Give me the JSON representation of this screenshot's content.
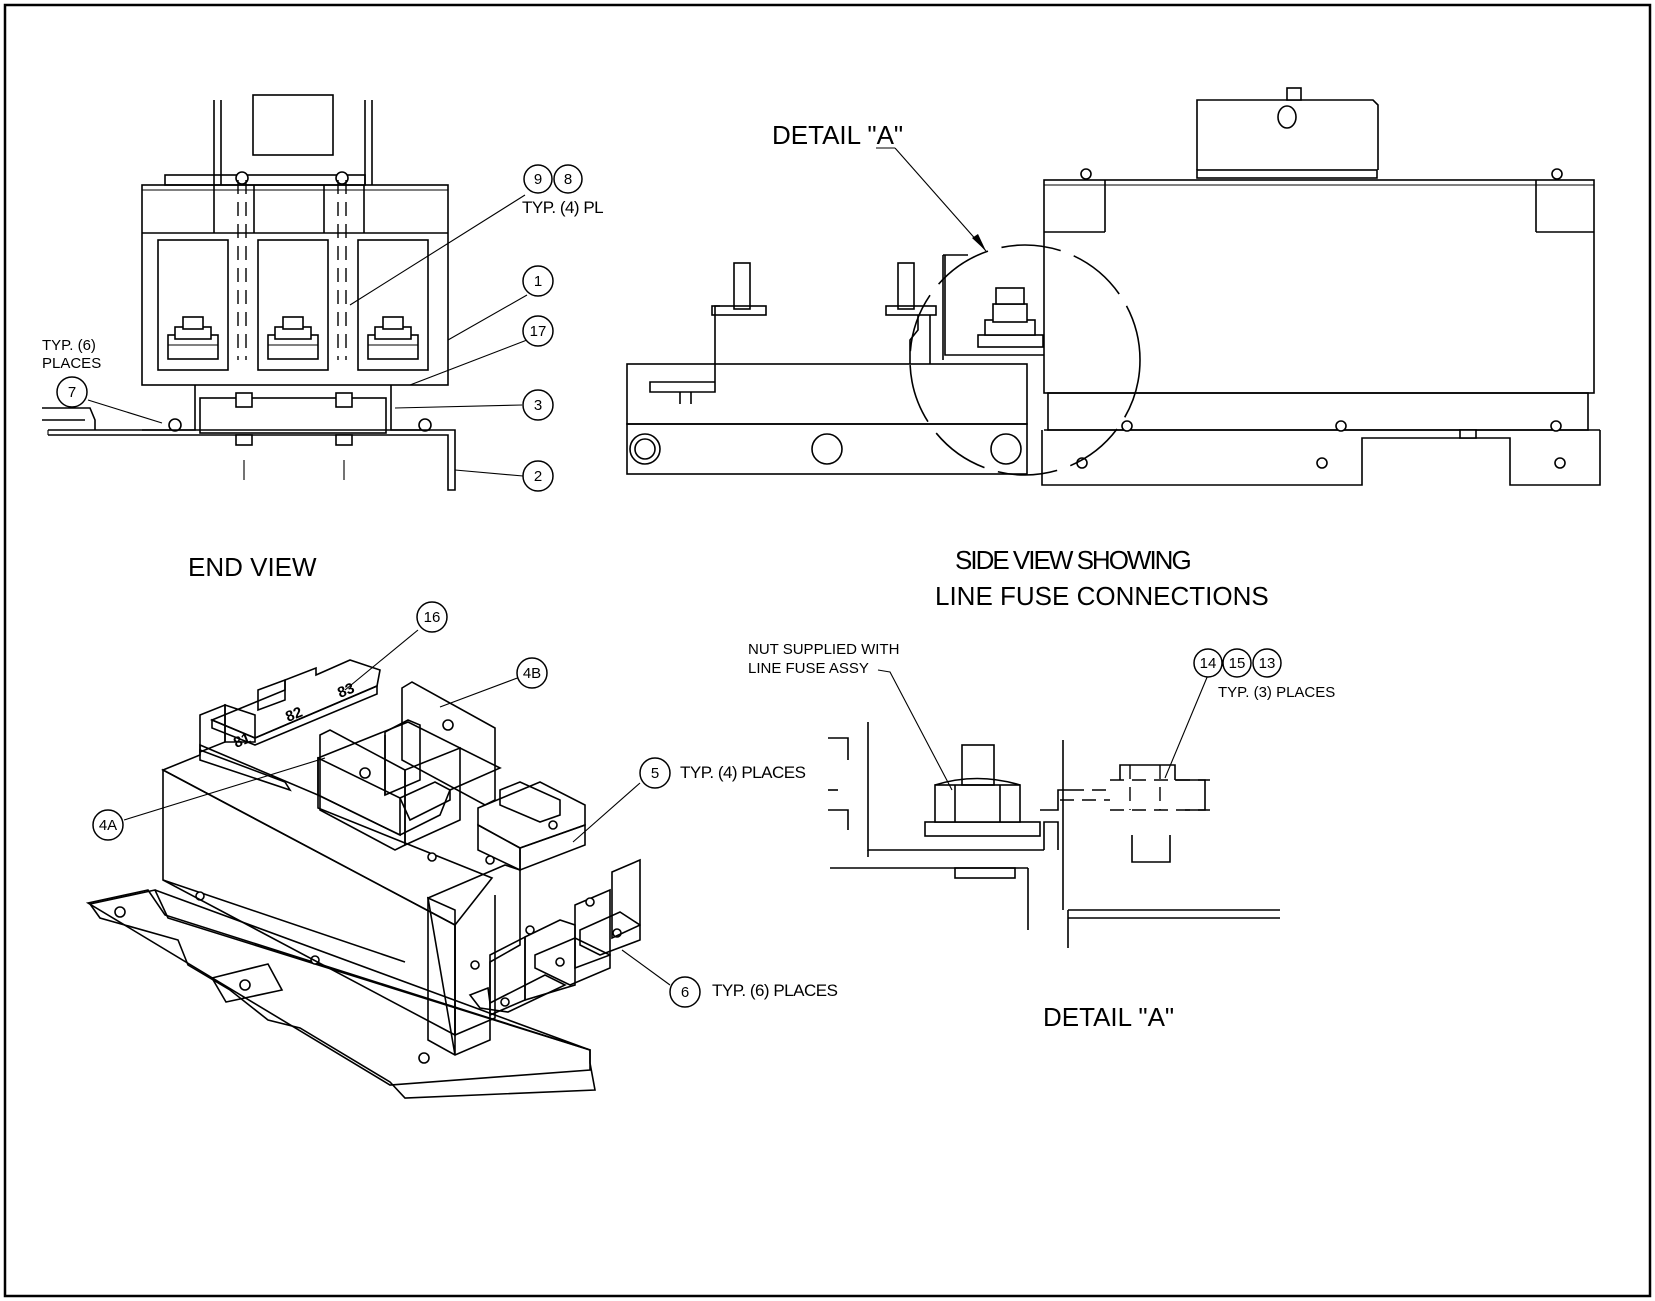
{
  "views": {
    "end_view": "END VIEW",
    "side_view_line1": "SIDE VIEW SHOWING",
    "side_view_line2": "LINE FUSE CONNECTIONS",
    "detail_label": "DETAIL \"A\"",
    "detail_callout": "DETAIL \"A\""
  },
  "notes": {
    "typ4pl": "TYP. (4) PL",
    "typ6_line1": "TYP. (6)",
    "typ6_line2": "PLACES",
    "typ4places": "TYP. (4) PLACES",
    "typ6places": "TYP. (6) PLACES",
    "typ3places": "TYP. (3) PLACES",
    "nut_line1": "NUT SUPPLIED WITH",
    "nut_line2": "LINE FUSE ASSY"
  },
  "balloons": {
    "b9": "9",
    "b8": "8",
    "b1": "1",
    "b17": "17",
    "b3": "3",
    "b2": "2",
    "b7": "7",
    "b16": "16",
    "b4B": "4B",
    "b4A": "4A",
    "b5": "5",
    "b6": "6",
    "b14": "14",
    "b15": "15",
    "b13": "13"
  },
  "terminals": {
    "t81": "81",
    "t82": "82",
    "t83": "83"
  }
}
